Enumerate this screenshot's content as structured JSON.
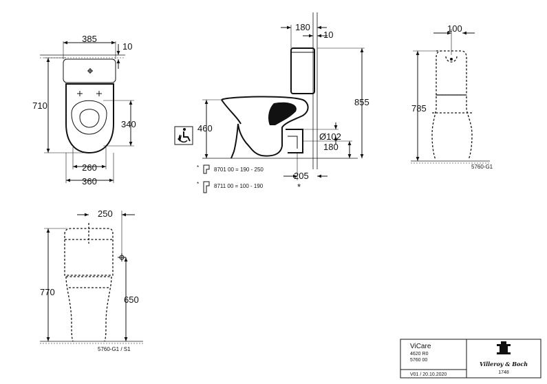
{
  "top_view": {
    "width": "385",
    "wall_gap": "10",
    "depth": "710",
    "seat_depth": "340",
    "rear_width": "260",
    "base_width": "360"
  },
  "side_view": {
    "cistern_depth": "180",
    "wall_gap": "10",
    "total_height": "855",
    "seat_height": "460",
    "outlet_diameter": "Ø102",
    "outlet_height": "180",
    "outlet_distance": "205",
    "asterisk": "*"
  },
  "notes": [
    {
      "marker": "*",
      "text": "8701 00 = 190 - 250"
    },
    {
      "marker": "*",
      "text": "8711 00 = 100 - 190"
    }
  ],
  "front_view": {
    "width": "100",
    "height": "785",
    "code": "5760-G1"
  },
  "rear_view": {
    "width": "250",
    "height": "770",
    "inlet_height": "650",
    "code": "5760-G1 / S1"
  },
  "title_block": {
    "product": "ViCare",
    "line1": "4620 R0",
    "line2": "5760 00",
    "version": "V01 / 20.10.2020",
    "brand": "Villeroy & Boch",
    "year": "1748"
  }
}
